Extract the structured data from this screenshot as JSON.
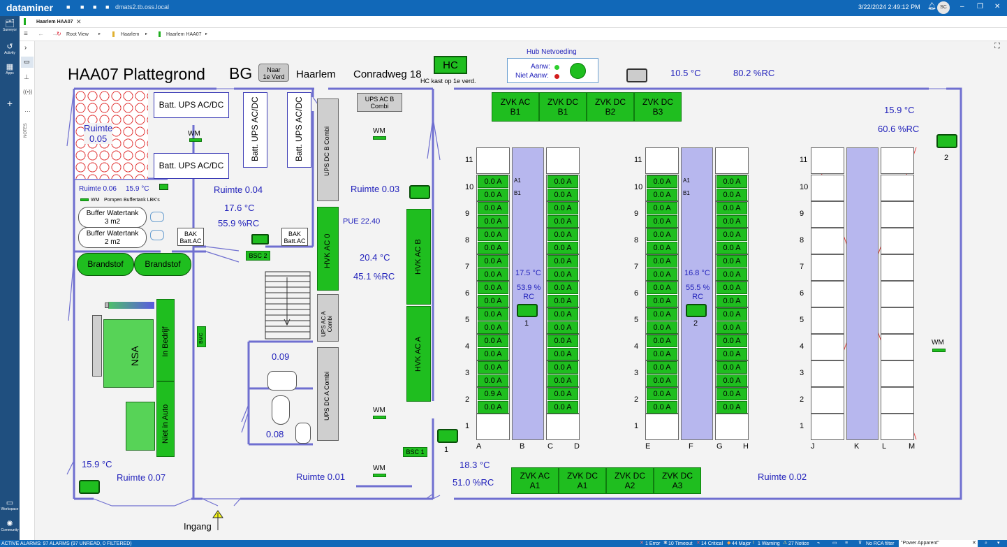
{
  "app": {
    "logo": "dataminer",
    "host": "dmats2.tb.oss.local",
    "datetime": "3/22/2024 2:49:12 PM",
    "user_initials": "SC"
  },
  "leftnav": {
    "surveyor": "Surveyor",
    "activity": "Activity",
    "apps": "Apps",
    "workspace": "Workspace",
    "community": "Community",
    "notes": "NOTES"
  },
  "tab": {
    "label": "Haarlem HAA07"
  },
  "breadcrumb": [
    "Root View",
    "Haarlem",
    "Haarlem HAA07"
  ],
  "status": {
    "left": "ACTIVE ALARMS: 97 ALARMS (97 UNREAD, 0 FILTERED)",
    "errors": "1 Error",
    "timeout": "10 Timeout",
    "critical": "14 Critical",
    "major": "44 Major",
    "warning": "1 Warning",
    "notice": "27 Notice",
    "rca": "No RCA filter",
    "filter": "\"Power Apparent\""
  },
  "plan": {
    "title": "HAA07 Plattegrond",
    "floor": "BG",
    "naar_btn": "Naar\n1e Verd",
    "city": "Haarlem",
    "street": "Conradweg 18",
    "hc": "HC",
    "hc_sub": "HC kast op 1e verd.",
    "hub": {
      "title": "Hub Netvoeding",
      "aan": "Aanw:",
      "niet": "Niet Aanw:"
    },
    "top_temp": "10.5 °C",
    "top_hum": "80.2 %RC",
    "r002_temp": "15.9 °C",
    "r002_hum": "60.6 %RC",
    "sensor2": "2",
    "r005": "Ruimte\n0.05",
    "batt1": "Batt. UPS AC/DC",
    "batt2": "Batt. UPS AC/DC",
    "batt_v1": "Batt. UPS AC/DC",
    "batt_v2": "Batt. UPS AC/DC",
    "ups_acb": "UPS AC B\nCombi",
    "ups_dcb": "UPS DC B Combi",
    "ups_aca": "UPS AC A\nCombi",
    "ups_dca": "UPS DC A Combi",
    "wm": "WM",
    "r006": "Ruimte 0.06",
    "r006_temp": "15.9 °C",
    "pompen": "Pompen Buffertank LBK's",
    "buf1": "Buffer Watertank\n3 m2",
    "buf2": "Buffer Watertank\n2 m2",
    "bak": "BAK\nBatt.AC",
    "r004": "Ruimte 0.04",
    "r004_temp": "17.6 °C",
    "r004_hum": "55.9 %RC",
    "r003": "Ruimte 0.03",
    "pue": "PUE 22.40",
    "r003_temp": "20.4 °C",
    "r003_hum": "45.1 %RC",
    "hvk_ac0": "HVK AC 0",
    "hvk_acb": "HVK AC B",
    "hvk_aca": "HVK AC A",
    "bsc2": "BSC 2",
    "bsc1": "BSC 1",
    "bmc": "BMC",
    "brandstof": "Brandstof",
    "nsa": "NSA",
    "in_bedrijf": "In Bedrijf",
    "niet_auto": "Niet in Auto",
    "r007_temp": "15.9 °C",
    "r007": "Ruimte 0.07",
    "r001": "Ruimte 0.01",
    "r009": "0.09",
    "r008": "0.08",
    "ingang": "Ingang",
    "zvk_top": [
      "ZVK AC\nB1",
      "ZVK DC\nB1",
      "ZVK DC\nB2",
      "ZVK DC\nB3"
    ],
    "zvk_bot": [
      "ZVK AC\nA1",
      "ZVK DC\nA1",
      "ZVK DC\nA2",
      "ZVK DC\nA3"
    ],
    "r018_temp": "18.3 °C",
    "r018_hum": "51.0 %RC",
    "r002": "Ruimte 0.02",
    "rows": [
      "11",
      "10",
      "9",
      "8",
      "7",
      "6",
      "5",
      "4",
      "3",
      "2",
      "1"
    ],
    "row1": {
      "cols": [
        "A",
        "B",
        "C",
        "D"
      ],
      "temp": "17.5 °C",
      "hum": "53.9 %\nRC",
      "sensor": "1",
      "tag_a": "A1",
      "tag_b": "B1",
      "left": [
        "0.0 A",
        "0.0 A",
        "0.0 A",
        "0.0 A",
        "0.0 A",
        "0.0 A",
        "0.0 A",
        "0.0 A",
        "0.0 A",
        "0.0 A",
        "0.0 A",
        "0.0 A",
        "0.0 A",
        "0.0 A",
        "0.0 A",
        "0.0 A",
        "0.9 A",
        "0.0 A"
      ],
      "right": [
        "0.0 A",
        "0.0 A",
        "0.0 A",
        "0.0 A",
        "0.0 A",
        "0.0 A",
        "0.0 A",
        "0.0 A",
        "0.0 A",
        "0.0 A",
        "0.0 A",
        "0.0 A",
        "0.0 A",
        "0.0 A",
        "0.0 A",
        "0.0 A",
        "0.0 A",
        "0.0 A"
      ]
    },
    "row2": {
      "cols": [
        "E",
        "F",
        "G",
        "H"
      ],
      "temp": "16.8 °C",
      "hum": "55.5 %\nRC",
      "sensor": "2",
      "tag_a": "A1",
      "tag_b": "B1",
      "left": [
        "0.0 A",
        "0.0 A",
        "0.0 A",
        "0.0 A",
        "0.0 A",
        "0.0 A",
        "0.0 A",
        "0.0 A",
        "0.0 A",
        "0.0 A",
        "0.0 A",
        "0.0 A",
        "0.0 A",
        "0.0 A",
        "0.0 A",
        "0.0 A",
        "0.0 A",
        "0.0 A"
      ],
      "right": [
        "0.0 A",
        "0.0 A",
        "0.0 A",
        "0.0 A",
        "0.0 A",
        "0.0 A",
        "0.0 A",
        "0.0 A",
        "0.0 A",
        "0.0 A",
        "0.0 A",
        "0.0 A",
        "0.0 A",
        "0.0 A",
        "0.0 A",
        "0.0 A",
        "0.0 A",
        "0.0 A"
      ]
    },
    "row3": {
      "cols": [
        "J",
        "K",
        "L",
        "M"
      ]
    },
    "sensor1_bottom": "1",
    "colors": {
      "wall": "#6f6fd0",
      "green": "#1fbe1f",
      "label_blue": "#2222bb"
    }
  }
}
